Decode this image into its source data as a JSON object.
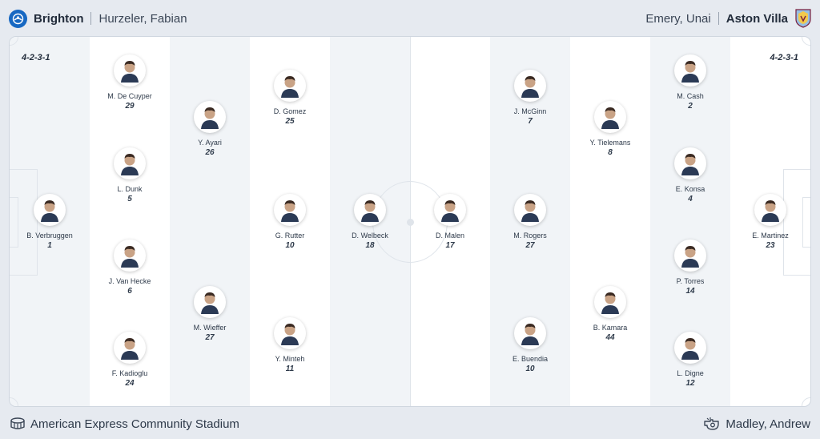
{
  "header": {
    "home_team": "Brighton",
    "home_coach": "Hurzeler, Fabian",
    "away_coach": "Emery, Unai",
    "away_team": "Aston Villa"
  },
  "pitch": {
    "home_formation": "4-2-3-1",
    "away_formation": "4-2-3-1",
    "home_players": [
      {
        "name": "B. Verbruggen",
        "number": "1"
      },
      {
        "name": "M. De Cuyper",
        "number": "29"
      },
      {
        "name": "L. Dunk",
        "number": "5"
      },
      {
        "name": "J. Van Hecke",
        "number": "6"
      },
      {
        "name": "F. Kadioglu",
        "number": "24"
      },
      {
        "name": "Y. Ayari",
        "number": "26"
      },
      {
        "name": "M. Wieffer",
        "number": "27"
      },
      {
        "name": "D. Gomez",
        "number": "25"
      },
      {
        "name": "G. Rutter",
        "number": "10"
      },
      {
        "name": "Y. Minteh",
        "number": "11"
      },
      {
        "name": "D. Welbeck",
        "number": "18"
      }
    ],
    "away_players": [
      {
        "name": "D. Malen",
        "number": "17"
      },
      {
        "name": "J. McGinn",
        "number": "7"
      },
      {
        "name": "M. Rogers",
        "number": "27"
      },
      {
        "name": "E. Buendia",
        "number": "10"
      },
      {
        "name": "Y. Tielemans",
        "number": "8"
      },
      {
        "name": "B. Kamara",
        "number": "44"
      },
      {
        "name": "M. Cash",
        "number": "2"
      },
      {
        "name": "E. Konsa",
        "number": "4"
      },
      {
        "name": "P. Torres",
        "number": "14"
      },
      {
        "name": "L. Digne",
        "number": "12"
      },
      {
        "name": "E. Martinez",
        "number": "23"
      }
    ]
  },
  "footer": {
    "venue": "American Express Community Stadium",
    "referee": "Madley, Andrew"
  },
  "colors": {
    "brighton_blue": "#1768c2",
    "villa_claret": "#7a1f3d",
    "villa_blue": "#95bfe5"
  },
  "icons": {
    "home_crest": "brighton-crest-icon",
    "away_crest": "aston-villa-crest-icon",
    "venue": "stadium-icon",
    "referee": "whistle-icon"
  }
}
